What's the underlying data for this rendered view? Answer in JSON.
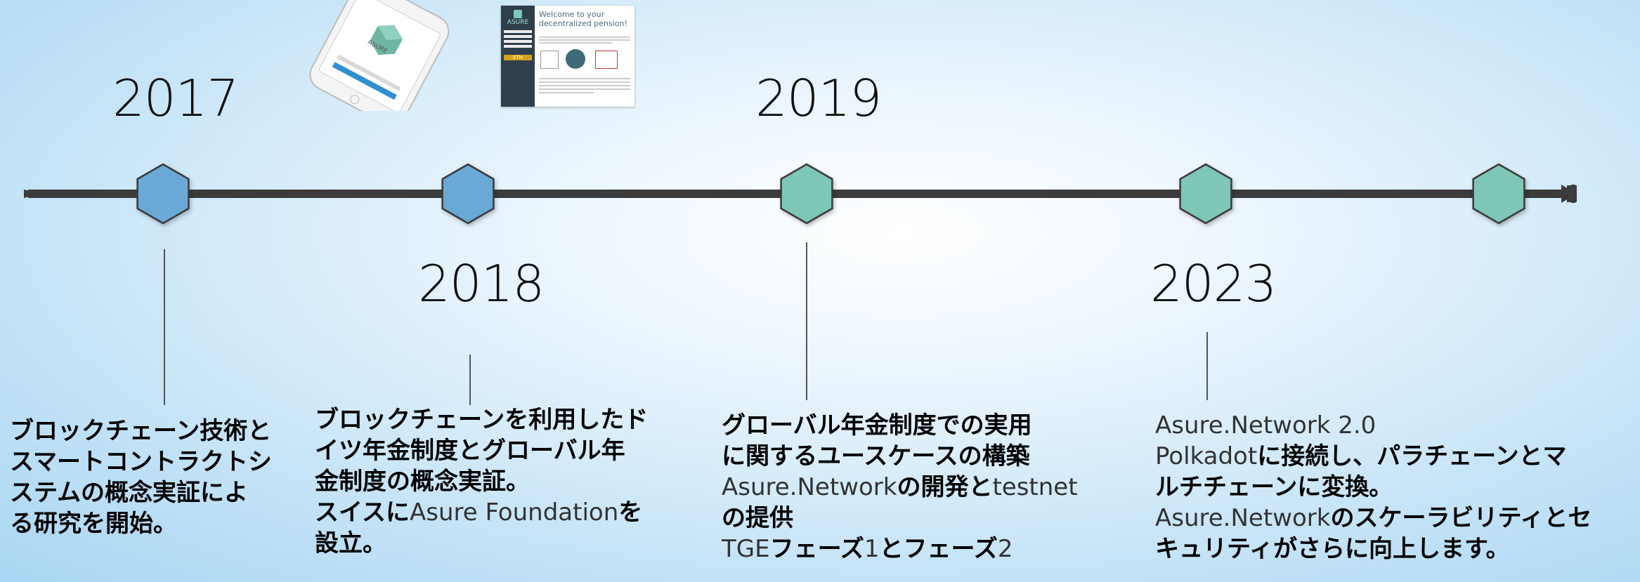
{
  "colors": {
    "hex_blue": "#6aa9d6",
    "hex_teal": "#7ec6b6",
    "axis": "#3c3c3c"
  },
  "timeline": {
    "years": {
      "y2017": "2017",
      "y2018": "2018",
      "y2019": "2019",
      "y2023": "2023"
    },
    "milestones": [
      {
        "id": "m2017",
        "color": "blue"
      },
      {
        "id": "m2018",
        "color": "blue"
      },
      {
        "id": "m2019",
        "color": "teal"
      },
      {
        "id": "m2023",
        "color": "teal"
      },
      {
        "id": "mfuture",
        "color": "teal"
      }
    ]
  },
  "screenshot": {
    "brand": "ASURE",
    "headline": "Welcome to your decentralized pension!",
    "badge": "ETH"
  },
  "phone": {
    "brand": "ASURE"
  },
  "descriptions": {
    "d2017": {
      "l1": "ブロックチェーン技術と",
      "l2": "スマートコントラクトシ",
      "l3": "ステムの概念実証によ",
      "l4": "る研究を開始。"
    },
    "d2018": {
      "l1": "ブロックチェーンを利用したド",
      "l2": "イツ年金制度とグローバル年",
      "l3": "金制度の概念実証。",
      "l4a": "スイスに",
      "l4b": "Asure Foundation",
      "l4c": "を",
      "l5": "設立。"
    },
    "d2019": {
      "l1": "グローバル年金制度での実用",
      "l2": "に関するユースケースの構築",
      "l3a": "Asure.Network",
      "l3b": "の開発と",
      "l3c": "testnet",
      "l4": "の提供",
      "l5a": "TGE",
      "l5b": "フェーズ",
      "l5c": "1",
      "l5d": "とフェーズ",
      "l5e": "2"
    },
    "d2023": {
      "l1": "Asure.Network 2.0",
      "l2a": "Polkadot",
      "l2b": "に接続し、パラチェーンとマ",
      "l3": "ルチチェーンに変換。",
      "l4a": "Asure.Network",
      "l4b": "のスケーラビリティとセ",
      "l5": "キュリティがさらに向上します。"
    }
  }
}
